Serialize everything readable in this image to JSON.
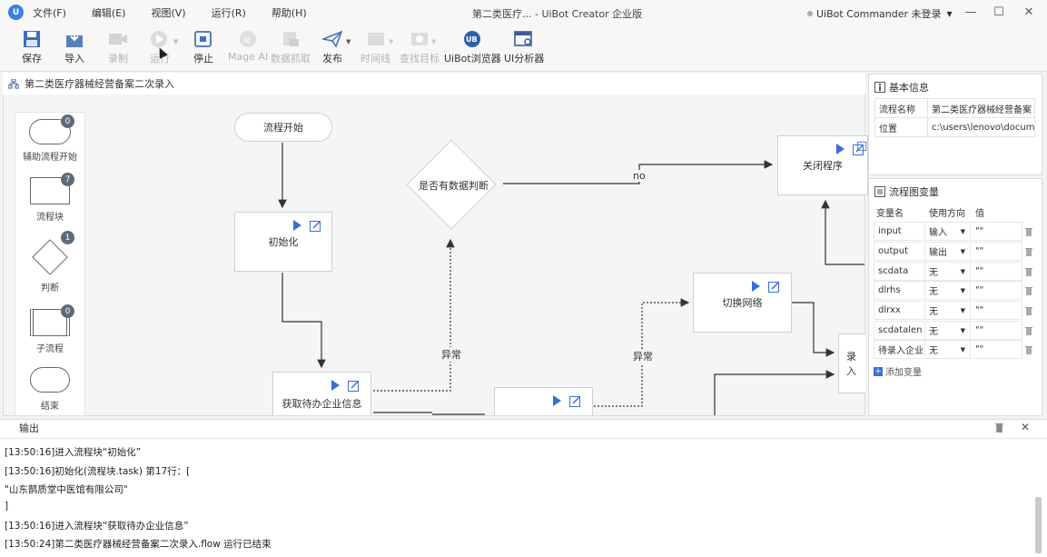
{
  "app": {
    "title": "第二类医疗...  - UiBot Creator 企业版",
    "commander": "UiBot Commander 未登录"
  },
  "menu": [
    "文件(F)",
    "编辑(E)",
    "视图(V)",
    "运行(R)",
    "帮助(H)"
  ],
  "toolbar": {
    "save": "保存",
    "import": "导入",
    "record": "录制",
    "run": "运行",
    "stop": "停止",
    "mageai": "Mage AI",
    "datagrab": "数据抓取",
    "publish": "发布",
    "timeline": "时间线",
    "findtarget": "查找目标",
    "browser": "UiBot浏览器",
    "analyzer": "UI分析器"
  },
  "canvas": {
    "tab": "第二类医疗器械经营备案二次录入",
    "palette": [
      {
        "label": "辅助流程开始",
        "count": "0"
      },
      {
        "label": "流程块",
        "count": "7"
      },
      {
        "label": "判断",
        "count": "1"
      },
      {
        "label": "子流程",
        "count": "0"
      },
      {
        "label": "结束",
        "count": ""
      }
    ],
    "nodes": {
      "start": "流程开始",
      "init": "初始化",
      "decision": "是否有数据判断",
      "close": "关闭程序",
      "switch": "切换网络",
      "fetch": "获取待办企业信息",
      "entry": "录入"
    },
    "edges": {
      "no": "no",
      "err1": "异常",
      "err2": "异常"
    }
  },
  "basic": {
    "title": "基本信息",
    "rows": [
      {
        "key": "流程名称",
        "value": "第二类医疗器械经营备案"
      },
      {
        "key": "位置",
        "value": "c:\\users\\lenovo\\docum"
      }
    ]
  },
  "vars": {
    "title": "流程图变量",
    "headers": {
      "name": "变量名",
      "dir": "使用方向",
      "value": "值"
    },
    "rows": [
      {
        "name": "input",
        "dir": "输入",
        "value": "\"\""
      },
      {
        "name": "output",
        "dir": "输出",
        "value": "\"\""
      },
      {
        "name": "scdata",
        "dir": "无",
        "value": "\"\""
      },
      {
        "name": "dlrhs",
        "dir": "无",
        "value": "\"\""
      },
      {
        "name": "dlrxx",
        "dir": "无",
        "value": "\"\""
      },
      {
        "name": "scdatalen",
        "dir": "无",
        "value": "\"\""
      },
      {
        "name": "待录入企业",
        "dir": "无",
        "value": "\"\""
      }
    ],
    "add": "添加变量"
  },
  "output": {
    "tab": "输出",
    "lines": [
      "[13:50:16]进入流程块“初始化”",
      "[13:50:16]初始化(流程块.task) 第17行：[",
      "\"山东鹊质堂中医馆有限公司\"",
      "]",
      "[13:50:16]进入流程块“获取待办企业信息”",
      "[13:50:24]第二类医疗器械经营备案二次录入.flow 运行已结束"
    ]
  }
}
